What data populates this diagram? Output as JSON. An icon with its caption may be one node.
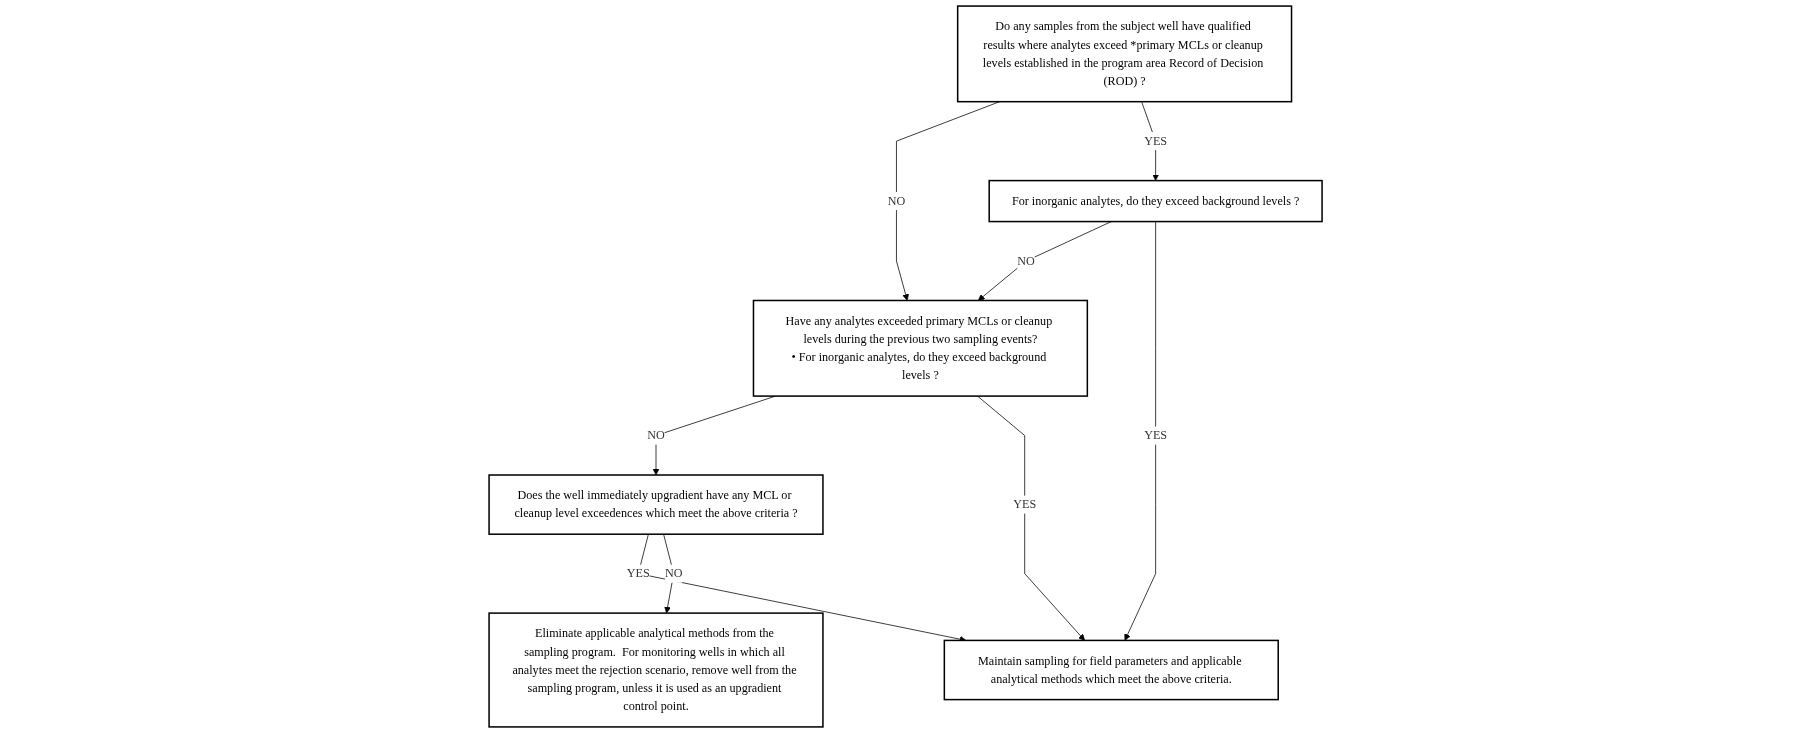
{
  "diagram": {
    "nodes": [
      {
        "text": [
          "Do any samples from the subject well have qualified results where analytes exceed *primary MCLs or cleanup levels established in the program area Record of Decision (ROD) ?"
        ]
      },
      {
        "text": [
          "Have any analytes exceeded primary MCLs or cleanup levels during the previous two sampling events?",
          "• For inorganic analytes, do they exceed background levels ?"
        ]
      },
      {
        "text": [
          "For inorganic analytes, do they exceed background levels ?"
        ]
      },
      {
        "text": [
          "Does the well immediately upgradient have any MCL or cleanup level exceedences which meet the above criteria ?"
        ]
      },
      {
        "text": [
          "Maintain sampling for field parameters and applicable analytical methods which meet the above criteria."
        ]
      },
      {
        "text": [
          "Eliminate applicable analytical methods from the sampling program.  For monitoring wells in which all analytes meet the rejection scenario, remove well from the sampling program, unless it is used as an upgradient control point."
        ]
      }
    ],
    "edges": [
      {
        "from": 0,
        "to": 1,
        "label": "NO",
        "arrow": "to"
      },
      {
        "from": 0,
        "to": 2,
        "label": "YES",
        "arrow": "to"
      },
      {
        "from": 2,
        "to": 1,
        "label": "NO",
        "arrow": "to"
      },
      {
        "from": 2,
        "to": 4,
        "label": "YES",
        "arrow": "to"
      },
      {
        "from": 1,
        "to": 3,
        "label": "NO",
        "arrow": "to"
      },
      {
        "from": 3,
        "to": 4,
        "label": "YES",
        "arrow": "to"
      },
      {
        "from": 3,
        "to": 5,
        "label": "NO",
        "arrow": "to"
      },
      {
        "from": 1,
        "to": 4,
        "label": "YES",
        "arrow": "to"
      }
    ]
  }
}
